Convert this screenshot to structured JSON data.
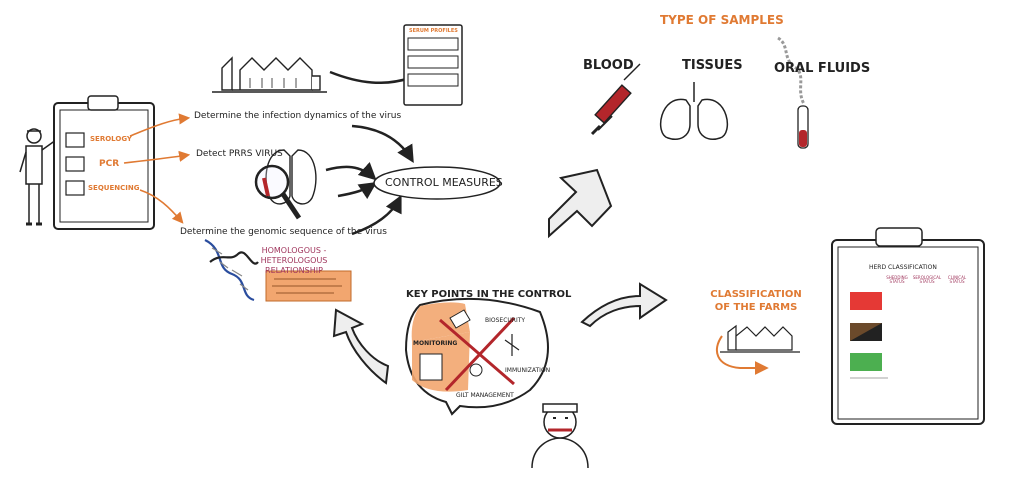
{
  "colors": {
    "ink": "#222222",
    "accent_orange": "#e07a33",
    "label_magenta": "#a0365d",
    "herd_red": "#e53935",
    "herd_brown": "#6b4a2b",
    "herd_green": "#4caf50",
    "blood_red": "#b3262b"
  },
  "left_clipboard": {
    "items": [
      "SEROLOGY",
      "PCR",
      "SEQUENCING"
    ]
  },
  "purposes": {
    "infection": "Determine the infection dynamics of the virus",
    "detect": "Detect PRRS VIRUS",
    "genomic": "Determine the genomic sequence of the virus"
  },
  "serum_panel": {
    "title": "SERUM PROFILES"
  },
  "center": {
    "control_measures": "CONTROL MEASURES",
    "homology": "HOMOLOGOUS - HETEROLOGOUS RELATIONSHIP"
  },
  "samples": {
    "heading": "TYPE OF SAMPLES",
    "blood": "BLOOD",
    "tissues": "TISSUES",
    "oral_fluids": "ORAL FLUIDS"
  },
  "key_points": {
    "title": "KEY POINTS IN THE CONTROL",
    "monitoring": "MONITORING",
    "biosecurity": "BIOSECURITY",
    "immunization": "IMMUNIZATION",
    "gilt_management": "GILT MANAGEMENT"
  },
  "classification": {
    "label": "CLASSIFICATION OF THE FARMS"
  },
  "herd_card": {
    "title": "HERD CLASSIFICATION",
    "col_shedding": "SHEDDING STATUS",
    "col_serological": "SEROLOGICAL STATUS",
    "col_clinical": "CLINICAL STATUS"
  }
}
